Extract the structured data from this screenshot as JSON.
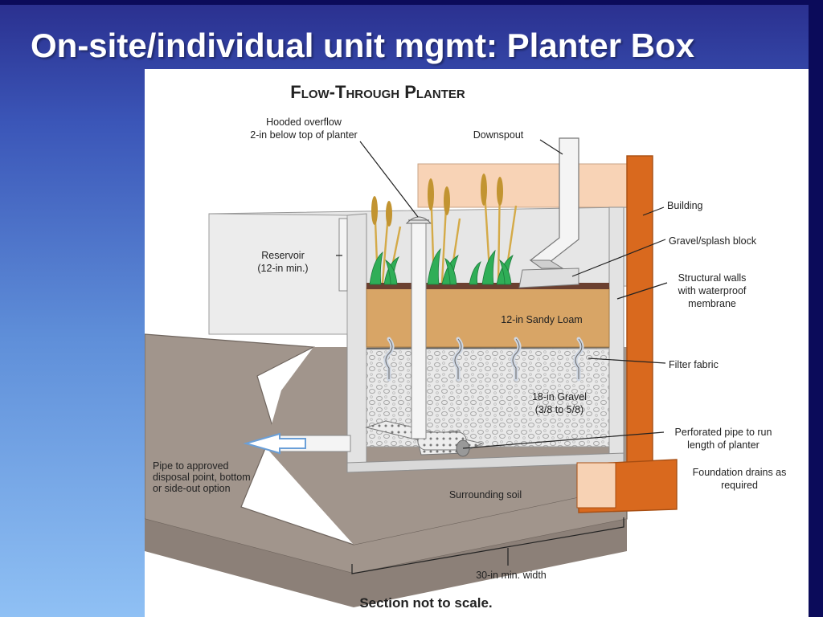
{
  "slide": {
    "title": "On-site/individual unit mgmt: Planter Box"
  },
  "diagram": {
    "title": "Flow-Through Planter",
    "labels": {
      "hooded_overflow_1": "Hooded overflow",
      "hooded_overflow_2": "2-in below top of planter",
      "downspout": "Downspout",
      "building": "Building",
      "reservoir_1": "Reservoir",
      "reservoir_2": "(12-in min.)",
      "gravel_splash_block": "Gravel/splash block",
      "structural_walls_1": "Structural walls",
      "structural_walls_2": "with waterproof",
      "structural_walls_3": "membrane",
      "sandy_loam": "12-in Sandy Loam",
      "filter_fabric": "Filter fabric",
      "gravel_1": "18-in Gravel",
      "gravel_2": "(3/8 to 5/8)",
      "perforated_pipe_1": "Perforated pipe to run",
      "perforated_pipe_2": "length of planter",
      "foundation_drains_1": "Foundation drains as",
      "foundation_drains_2": "required",
      "pipe_disposal_1": "Pipe to approved",
      "pipe_disposal_2": "disposal point, bottom",
      "pipe_disposal_3": "or side-out option",
      "surrounding_soil": "Surrounding soil",
      "width": "30-in min. width",
      "note": "Section not to scale."
    },
    "colors": {
      "soil": "#a1958c",
      "soil_dark": "#8a7f77",
      "loam": "#d8a566",
      "gravel": "#e7e7e7",
      "wall": "#e3e3e3",
      "building": "#d9691e",
      "sill": "#f8d3b6",
      "plant_green": "#2fae57",
      "grass_gold": "#d4aa48"
    }
  }
}
